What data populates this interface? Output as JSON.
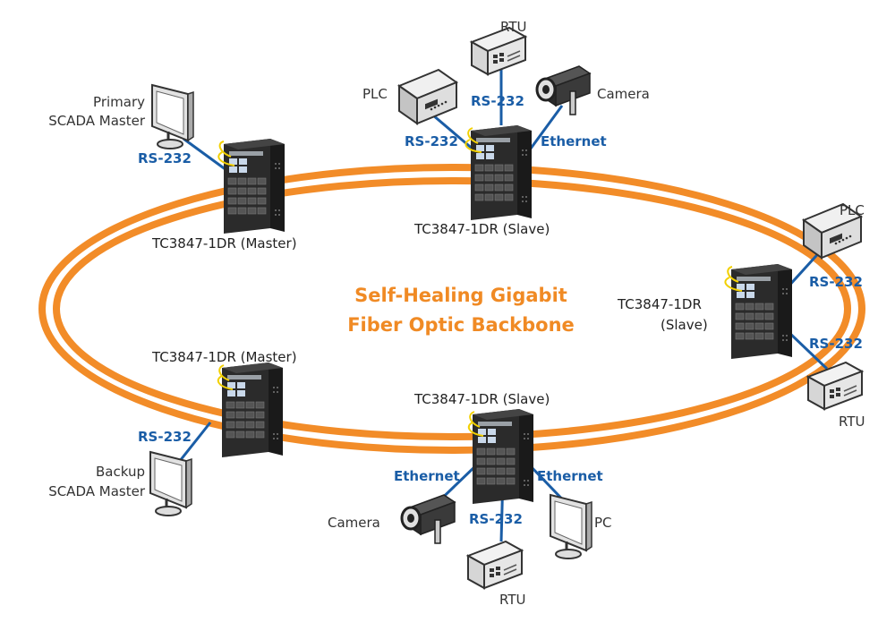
{
  "colors": {
    "fiber": "#f28c28",
    "link": "#1a5da6",
    "switch": "#2a2a2a",
    "device": "#dcdcdc",
    "title": "#f08a24"
  },
  "title": {
    "line1": "Self-Healing Gigabit",
    "line2": "Fiber Optic Backbone"
  },
  "switches": {
    "top_left": "TC3847-1DR (Master)",
    "top_center": "TC3847-1DR (Slave)",
    "right_line1": "TC3847-1DR",
    "right_line2": "(Slave)",
    "bottom_left": "TC3847-1DR (Master)",
    "bottom_center": "TC3847-1DR (Slave)"
  },
  "devices": {
    "primary_line1": "Primary",
    "primary_line2": "SCADA Master",
    "backup_line1": "Backup",
    "backup_line2": "SCADA Master",
    "plc_top": "PLC",
    "rtu_top": "RTU",
    "camera_top": "Camera",
    "plc_right": "PLC",
    "rtu_right": "RTU",
    "camera_bottom": "Camera",
    "rtu_bottom": "RTU",
    "pc_bottom": "PC"
  },
  "links": {
    "primary": "RS-232",
    "plc_top": "RS-232",
    "rtu_top": "RS-232",
    "camera_top": "Ethernet",
    "plc_right": "RS-232",
    "rtu_right": "RS-232",
    "backup": "RS-232",
    "camera_bottom": "Ethernet",
    "rtu_bottom": "RS-232",
    "pc_bottom": "Ethernet"
  },
  "icons": {
    "switch": "industrial-switch-icon",
    "monitor": "monitor-icon",
    "plc": "plc-icon",
    "rtu": "rtu-icon",
    "camera": "camera-icon",
    "pc": "pc-icon"
  }
}
